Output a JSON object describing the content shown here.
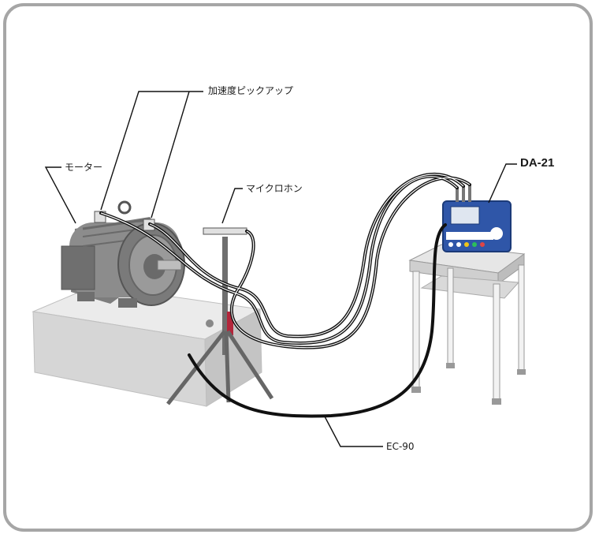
{
  "labels": {
    "accelerometer": "加速度ピックアップ",
    "motor": "モーター",
    "microphone": "マイクロホン",
    "analyzer": "DA-21",
    "cable": "EC-90"
  },
  "colors": {
    "frame": "#a6a6a6",
    "analyzer_blue": "#2f56a8",
    "motor_gray": "#8a8a8a",
    "block_gray": "#d9d9d9",
    "cable": "#111111"
  }
}
